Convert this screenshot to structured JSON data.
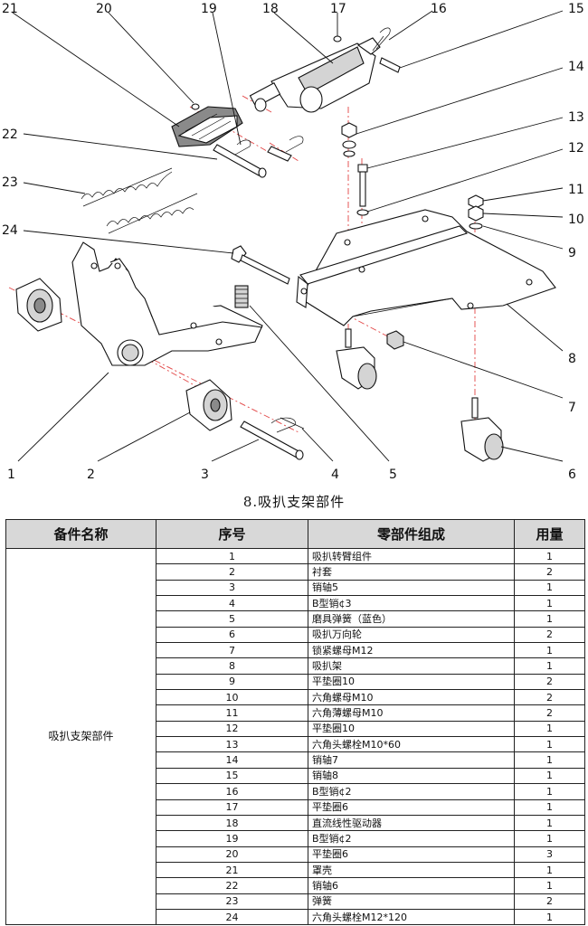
{
  "callouts": [
    "1",
    "2",
    "3",
    "4",
    "5",
    "6",
    "7",
    "8",
    "9",
    "10",
    "11",
    "12",
    "13",
    "14",
    "15",
    "16",
    "17",
    "18",
    "19",
    "20",
    "21",
    "22",
    "23",
    "24"
  ],
  "caption": "8.吸扒支架部件",
  "table": {
    "headers": [
      "备件名称",
      "序号",
      "零部件组成",
      "用量"
    ],
    "group_name": "吸扒支架部件",
    "rows": [
      {
        "no": "1",
        "part": "吸扒转臂组件",
        "qty": "1"
      },
      {
        "no": "2",
        "part": "衬套",
        "qty": "2"
      },
      {
        "no": "3",
        "part": "销轴5",
        "qty": "1"
      },
      {
        "no": "4",
        "part": "B型销¢3",
        "qty": "1"
      },
      {
        "no": "5",
        "part": "磨具弹簧（蓝色）",
        "qty": "1"
      },
      {
        "no": "6",
        "part": "吸扒万向轮",
        "qty": "2"
      },
      {
        "no": "7",
        "part": "锁紧螺母M12",
        "qty": "1"
      },
      {
        "no": "8",
        "part": "吸扒架",
        "qty": "1"
      },
      {
        "no": "9",
        "part": "平垫圈10",
        "qty": "2"
      },
      {
        "no": "10",
        "part": "六角螺母M10",
        "qty": "2"
      },
      {
        "no": "11",
        "part": "六角薄螺母M10",
        "qty": "2"
      },
      {
        "no": "12",
        "part": "平垫圈10",
        "qty": "1"
      },
      {
        "no": "13",
        "part": "六角头螺栓M10*60",
        "qty": "1"
      },
      {
        "no": "14",
        "part": "销轴7",
        "qty": "1"
      },
      {
        "no": "15",
        "part": "销轴8",
        "qty": "1"
      },
      {
        "no": "16",
        "part": "B型销¢2",
        "qty": "1"
      },
      {
        "no": "17",
        "part": "平垫圈6",
        "qty": "1"
      },
      {
        "no": "18",
        "part": "直流线性驱动器",
        "qty": "1"
      },
      {
        "no": "19",
        "part": "B型销¢2",
        "qty": "1"
      },
      {
        "no": "20",
        "part": "平垫圈6",
        "qty": "3"
      },
      {
        "no": "21",
        "part": "罩壳",
        "qty": "1"
      },
      {
        "no": "22",
        "part": "销轴6",
        "qty": "1"
      },
      {
        "no": "23",
        "part": "弹簧",
        "qty": "2"
      },
      {
        "no": "24",
        "part": "六角头螺栓M12*120",
        "qty": "1"
      }
    ]
  }
}
